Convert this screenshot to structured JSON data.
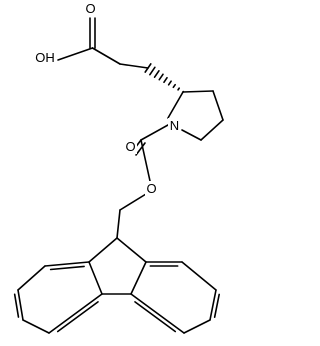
{
  "labels": {
    "acid_o_top": "O",
    "acid_oh": "OH",
    "ring_n": "N",
    "carbamate_o_dbl": "O",
    "carbamate_o": "O"
  },
  "colors": {
    "bond": "#000000",
    "background": "#ffffff"
  }
}
